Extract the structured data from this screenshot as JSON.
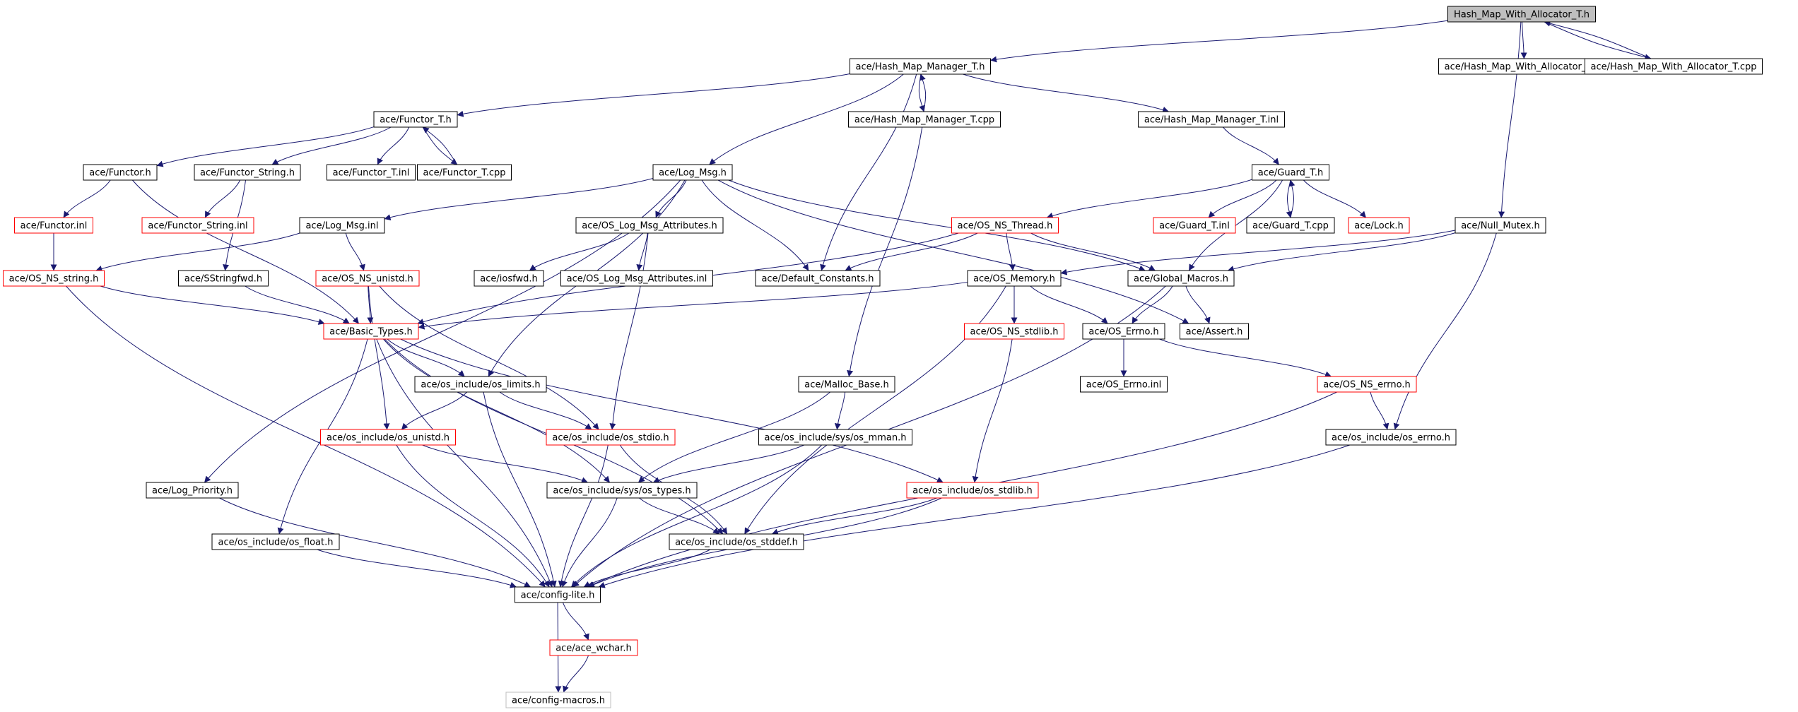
{
  "colors": {
    "edge": "#191970",
    "border_normal": "#000000",
    "border_truncated": "#ff0000",
    "border_leaf": "#bfbfbf",
    "root_fill": "#bfbfbf",
    "background": "#ffffff"
  },
  "nodes": [
    {
      "id": "root",
      "label": "Hash_Map_With_Allocator_T.h",
      "style": "root"
    },
    {
      "id": "hmm_h",
      "label": "ace/Hash_Map_Manager_T.h",
      "style": "normal"
    },
    {
      "id": "hmwa_inl",
      "label": "ace/Hash_Map_With_Allocator_T.inl",
      "style": "normal"
    },
    {
      "id": "hmwa_cpp",
      "label": "ace/Hash_Map_With_Allocator_T.cpp",
      "style": "normal"
    },
    {
      "id": "functor_t_h",
      "label": "ace/Functor_T.h",
      "style": "normal"
    },
    {
      "id": "hmm_cpp",
      "label": "ace/Hash_Map_Manager_T.cpp",
      "style": "normal"
    },
    {
      "id": "hmm_inl",
      "label": "ace/Hash_Map_Manager_T.inl",
      "style": "normal"
    },
    {
      "id": "functor_h",
      "label": "ace/Functor.h",
      "style": "normal"
    },
    {
      "id": "functor_string_h",
      "label": "ace/Functor_String.h",
      "style": "normal"
    },
    {
      "id": "functor_t_inl",
      "label": "ace/Functor_T.inl",
      "style": "normal"
    },
    {
      "id": "functor_t_cpp",
      "label": "ace/Functor_T.cpp",
      "style": "normal"
    },
    {
      "id": "log_msg_h",
      "label": "ace/Log_Msg.h",
      "style": "normal"
    },
    {
      "id": "guard_t_h",
      "label": "ace/Guard_T.h",
      "style": "normal"
    },
    {
      "id": "functor_inl",
      "label": "ace/Functor.inl",
      "style": "truncated"
    },
    {
      "id": "functor_string_inl",
      "label": "ace/Functor_String.inl",
      "style": "truncated"
    },
    {
      "id": "log_msg_inl",
      "label": "ace/Log_Msg.inl",
      "style": "normal"
    },
    {
      "id": "os_log_msg_attr_h",
      "label": "ace/OS_Log_Msg_Attributes.h",
      "style": "normal"
    },
    {
      "id": "os_ns_thread_h",
      "label": "ace/OS_NS_Thread.h",
      "style": "truncated"
    },
    {
      "id": "guard_t_inl",
      "label": "ace/Guard_T.inl",
      "style": "truncated"
    },
    {
      "id": "guard_t_cpp",
      "label": "ace/Guard_T.cpp",
      "style": "normal"
    },
    {
      "id": "lock_h",
      "label": "ace/Lock.h",
      "style": "truncated"
    },
    {
      "id": "null_mutex_h",
      "label": "ace/Null_Mutex.h",
      "style": "normal"
    },
    {
      "id": "os_ns_string_h",
      "label": "ace/OS_NS_string.h",
      "style": "truncated"
    },
    {
      "id": "sstringfwd_h",
      "label": "ace/SStringfwd.h",
      "style": "normal"
    },
    {
      "id": "os_ns_unistd_h",
      "label": "ace/OS_NS_unistd.h",
      "style": "truncated"
    },
    {
      "id": "iosfwd_h",
      "label": "ace/iosfwd.h",
      "style": "normal"
    },
    {
      "id": "os_log_msg_attr_inl",
      "label": "ace/OS_Log_Msg_Attributes.inl",
      "style": "normal"
    },
    {
      "id": "default_constants_h",
      "label": "ace/Default_Constants.h",
      "style": "normal"
    },
    {
      "id": "os_memory_h",
      "label": "ace/OS_Memory.h",
      "style": "normal"
    },
    {
      "id": "global_macros_h",
      "label": "ace/Global_Macros.h",
      "style": "normal"
    },
    {
      "id": "basic_types_h",
      "label": "ace/Basic_Types.h",
      "style": "truncated"
    },
    {
      "id": "os_ns_stdlib_h",
      "label": "ace/OS_NS_stdlib.h",
      "style": "truncated"
    },
    {
      "id": "os_errno_h",
      "label": "ace/OS_Errno.h",
      "style": "normal"
    },
    {
      "id": "assert_h",
      "label": "ace/Assert.h",
      "style": "normal"
    },
    {
      "id": "os_limits_h",
      "label": "ace/os_include/os_limits.h",
      "style": "normal"
    },
    {
      "id": "malloc_base_h",
      "label": "ace/Malloc_Base.h",
      "style": "normal"
    },
    {
      "id": "os_errno_inl",
      "label": "ace/OS_Errno.inl",
      "style": "normal"
    },
    {
      "id": "os_ns_errno_h",
      "label": "ace/OS_NS_errno.h",
      "style": "truncated"
    },
    {
      "id": "os_unistd_h",
      "label": "ace/os_include/os_unistd.h",
      "style": "truncated"
    },
    {
      "id": "os_stdio_h",
      "label": "ace/os_include/os_stdio.h",
      "style": "truncated"
    },
    {
      "id": "os_mman_h",
      "label": "ace/os_include/sys/os_mman.h",
      "style": "normal"
    },
    {
      "id": "os_errno_os_h",
      "label": "ace/os_include/os_errno.h",
      "style": "normal"
    },
    {
      "id": "log_priority_h",
      "label": "ace/Log_Priority.h",
      "style": "normal"
    },
    {
      "id": "os_types_h",
      "label": "ace/os_include/sys/os_types.h",
      "style": "normal"
    },
    {
      "id": "os_stdlib_h",
      "label": "ace/os_include/os_stdlib.h",
      "style": "truncated"
    },
    {
      "id": "os_float_h",
      "label": "ace/os_include/os_float.h",
      "style": "normal"
    },
    {
      "id": "os_stddef_h",
      "label": "ace/os_include/os_stddef.h",
      "style": "normal"
    },
    {
      "id": "config_lite_h",
      "label": "ace/config-lite.h",
      "style": "normal"
    },
    {
      "id": "ace_wchar_h",
      "label": "ace/ace_wchar.h",
      "style": "truncated"
    },
    {
      "id": "config_macros_h",
      "label": "ace/config-macros.h",
      "style": "leaf"
    }
  ],
  "edges": [
    [
      "root",
      "hmm_h"
    ],
    [
      "root",
      "hmwa_inl"
    ],
    [
      "root",
      "hmwa_cpp"
    ],
    [
      "hmwa_cpp",
      "root"
    ],
    [
      "root",
      "null_mutex_h"
    ],
    [
      "hmm_h",
      "functor_t_h"
    ],
    [
      "hmm_h",
      "hmm_cpp"
    ],
    [
      "hmm_cpp",
      "hmm_h"
    ],
    [
      "hmm_h",
      "hmm_inl"
    ],
    [
      "hmm_h",
      "log_msg_h"
    ],
    [
      "hmm_h",
      "default_constants_h"
    ],
    [
      "functor_t_h",
      "functor_h"
    ],
    [
      "functor_t_h",
      "functor_string_h"
    ],
    [
      "functor_t_h",
      "functor_t_inl"
    ],
    [
      "functor_t_h",
      "functor_t_cpp"
    ],
    [
      "functor_t_cpp",
      "functor_t_h"
    ],
    [
      "hmm_cpp",
      "malloc_base_h"
    ],
    [
      "hmm_inl",
      "guard_t_h"
    ],
    [
      "functor_h",
      "functor_inl"
    ],
    [
      "functor_h",
      "basic_types_h"
    ],
    [
      "functor_string_h",
      "functor_string_inl"
    ],
    [
      "functor_string_h",
      "sstringfwd_h"
    ],
    [
      "log_msg_h",
      "log_msg_inl"
    ],
    [
      "log_msg_h",
      "os_log_msg_attr_h"
    ],
    [
      "log_msg_h",
      "default_constants_h"
    ],
    [
      "log_msg_h",
      "global_macros_h"
    ],
    [
      "log_msg_h",
      "assert_h"
    ],
    [
      "log_msg_h",
      "os_limits_h"
    ],
    [
      "log_msg_h",
      "log_priority_h"
    ],
    [
      "guard_t_h",
      "os_ns_thread_h"
    ],
    [
      "guard_t_h",
      "guard_t_inl"
    ],
    [
      "guard_t_h",
      "guard_t_cpp"
    ],
    [
      "guard_t_cpp",
      "guard_t_h"
    ],
    [
      "guard_t_h",
      "lock_h"
    ],
    [
      "guard_t_h",
      "global_macros_h"
    ],
    [
      "functor_inl",
      "os_ns_string_h"
    ],
    [
      "log_msg_inl",
      "os_ns_string_h"
    ],
    [
      "log_msg_inl",
      "os_ns_unistd_h"
    ],
    [
      "os_log_msg_attr_h",
      "iosfwd_h"
    ],
    [
      "os_log_msg_attr_h",
      "os_log_msg_attr_inl"
    ],
    [
      "os_log_msg_attr_h",
      "os_stdio_h"
    ],
    [
      "os_ns_thread_h",
      "default_constants_h"
    ],
    [
      "os_ns_thread_h",
      "os_memory_h"
    ],
    [
      "os_ns_thread_h",
      "global_macros_h"
    ],
    [
      "os_ns_thread_h",
      "basic_types_h"
    ],
    [
      "null_mutex_h",
      "os_memory_h"
    ],
    [
      "null_mutex_h",
      "global_macros_h"
    ],
    [
      "null_mutex_h",
      "os_errno_os_h"
    ],
    [
      "os_ns_string_h",
      "basic_types_h"
    ],
    [
      "os_ns_string_h",
      "config_lite_h"
    ],
    [
      "sstringfwd_h",
      "basic_types_h"
    ],
    [
      "os_ns_unistd_h",
      "basic_types_h"
    ],
    [
      "os_ns_unistd_h",
      "os_unistd_h"
    ],
    [
      "os_ns_unistd_h",
      "os_stdio_h"
    ],
    [
      "os_memory_h",
      "basic_types_h"
    ],
    [
      "os_memory_h",
      "os_ns_stdlib_h"
    ],
    [
      "os_memory_h",
      "os_errno_h"
    ],
    [
      "os_memory_h",
      "os_stddef_h"
    ],
    [
      "global_macros_h",
      "os_errno_h"
    ],
    [
      "global_macros_h",
      "assert_h"
    ],
    [
      "global_macros_h",
      "config_lite_h"
    ],
    [
      "basic_types_h",
      "os_limits_h"
    ],
    [
      "basic_types_h",
      "os_types_h"
    ],
    [
      "basic_types_h",
      "os_float_h"
    ],
    [
      "basic_types_h",
      "os_stddef_h"
    ],
    [
      "basic_types_h",
      "os_stdlib_h"
    ],
    [
      "basic_types_h",
      "config_lite_h"
    ],
    [
      "os_ns_stdlib_h",
      "os_stdlib_h"
    ],
    [
      "os_errno_h",
      "os_errno_inl"
    ],
    [
      "os_errno_h",
      "os_ns_errno_h"
    ],
    [
      "os_limits_h",
      "os_unistd_h"
    ],
    [
      "os_limits_h",
      "os_stdio_h"
    ],
    [
      "os_limits_h",
      "config_lite_h"
    ],
    [
      "malloc_base_h",
      "os_mman_h"
    ],
    [
      "malloc_base_h",
      "os_types_h"
    ],
    [
      "os_ns_errno_h",
      "os_errno_os_h"
    ],
    [
      "os_ns_errno_h",
      "config_lite_h"
    ],
    [
      "os_unistd_h",
      "os_types_h"
    ],
    [
      "os_unistd_h",
      "config_lite_h"
    ],
    [
      "os_stdio_h",
      "os_stddef_h"
    ],
    [
      "os_stdio_h",
      "config_lite_h"
    ],
    [
      "os_mman_h",
      "os_types_h"
    ],
    [
      "os_mman_h",
      "config_lite_h"
    ],
    [
      "os_errno_os_h",
      "config_lite_h"
    ],
    [
      "log_priority_h",
      "config_lite_h"
    ],
    [
      "os_types_h",
      "os_stddef_h"
    ],
    [
      "os_types_h",
      "config_lite_h"
    ],
    [
      "os_stdlib_h",
      "os_stddef_h"
    ],
    [
      "os_stdlib_h",
      "config_lite_h"
    ],
    [
      "os_float_h",
      "config_lite_h"
    ],
    [
      "os_stddef_h",
      "config_lite_h"
    ],
    [
      "config_lite_h",
      "ace_wchar_h"
    ],
    [
      "config_lite_h",
      "config_macros_h"
    ],
    [
      "ace_wchar_h",
      "config_macros_h"
    ]
  ]
}
